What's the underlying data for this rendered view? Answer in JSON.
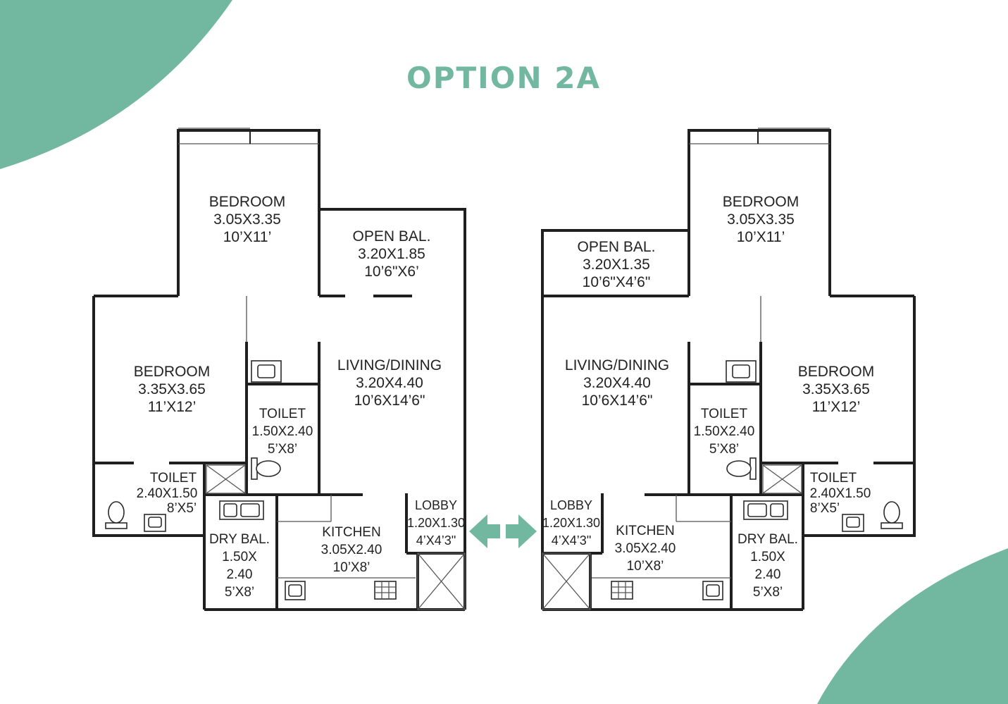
{
  "title": "OPTION 2A",
  "colors": {
    "accent": "#72b8a0",
    "wall": "#1f1f1f",
    "text": "#222222",
    "background": "#ffffff"
  },
  "plans": [
    {
      "rooms": {
        "bedroom_top": {
          "name": "BEDROOM",
          "metric": "3.05X3.35",
          "imperial": "10’X11’"
        },
        "open_bal": {
          "name": "OPEN BAL.",
          "metric": "3.20X1.85",
          "imperial": "10’6\"X6’"
        },
        "bedroom_left": {
          "name": "BEDROOM",
          "metric": "3.35X3.65",
          "imperial": "11’X12’"
        },
        "living": {
          "name": "LIVING/DINING",
          "metric": "3.20X4.40",
          "imperial": "10’6X14’6\""
        },
        "toilet_mid": {
          "name": "TOILET",
          "metric": "1.50X2.40",
          "imperial": "5’X8’"
        },
        "toilet_low": {
          "name": "TOILET",
          "metric": "2.40X1.50",
          "imperial": "8’X5’"
        },
        "lobby": {
          "name": "LOBBY",
          "metric": "1.20X1.30",
          "imperial": "4’X4’3\""
        },
        "dry_bal": {
          "name": "DRY BAL.",
          "metric": "1.50X",
          "metric2": "2.40",
          "imperial": "5’X8’"
        },
        "kitchen": {
          "name": "KITCHEN",
          "metric": "3.05X2.40",
          "imperial": "10’X8’"
        }
      }
    },
    {
      "rooms": {
        "bedroom_top": {
          "name": "BEDROOM",
          "metric": "3.05X3.35",
          "imperial": "10’X11’"
        },
        "open_bal": {
          "name": "OPEN BAL.",
          "metric": "3.20X1.35",
          "imperial": "10’6\"X4’6\""
        },
        "living": {
          "name": "LIVING/DINING",
          "metric": "3.20X4.40",
          "imperial": "10’6X14’6\""
        },
        "bedroom_right": {
          "name": "BEDROOM",
          "metric": "3.35X3.65",
          "imperial": "11’X12’"
        },
        "toilet_mid": {
          "name": "TOILET",
          "metric": "1.50X2.40",
          "imperial": "5’X8’"
        },
        "toilet_low": {
          "name": "TOILET",
          "metric": "2.40X1.50",
          "imperial": "8’X5’"
        },
        "lobby": {
          "name": "LOBBY",
          "metric": "1.20X1.30",
          "imperial": "4’X4’3\""
        },
        "kitchen": {
          "name": "KITCHEN",
          "metric": "3.05X2.40",
          "imperial": "10’X8’"
        },
        "dry_bal": {
          "name": "DRY BAL.",
          "metric": "1.50X",
          "metric2": "2.40",
          "imperial": "5’X8’"
        }
      }
    }
  ]
}
